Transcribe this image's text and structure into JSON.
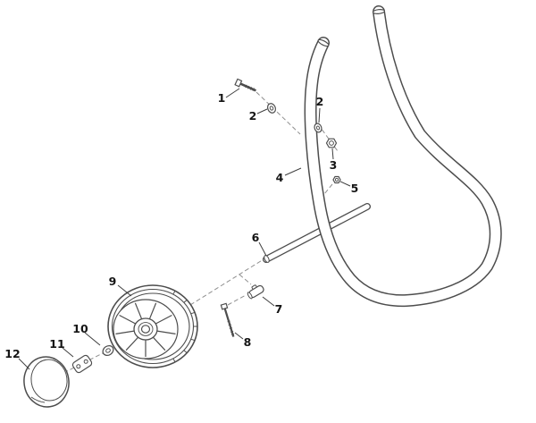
{
  "diagram": {
    "kind": "exploded-parts-diagram",
    "background_color": "#ffffff",
    "line_color": "#4d4d4d",
    "label_color": "#151515"
  },
  "callouts": [
    {
      "number": "1"
    },
    {
      "number": "2"
    },
    {
      "number": "2"
    },
    {
      "number": "3"
    },
    {
      "number": "4"
    },
    {
      "number": "5"
    },
    {
      "number": "6"
    },
    {
      "number": "7"
    },
    {
      "number": "8"
    },
    {
      "number": "9"
    },
    {
      "number": "10"
    },
    {
      "number": "11"
    },
    {
      "number": "12"
    }
  ]
}
